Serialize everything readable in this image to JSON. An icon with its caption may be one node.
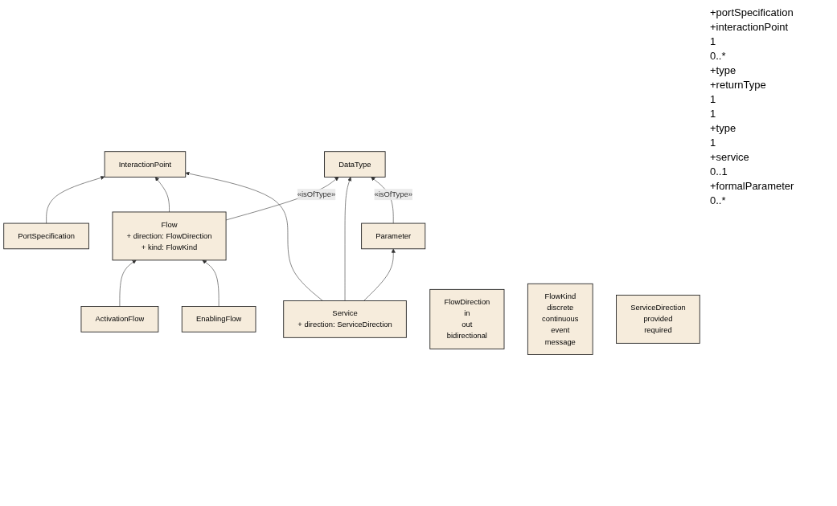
{
  "diagram": {
    "nodes": [
      {
        "text": [
          "PortSpecification"
        ]
      },
      {
        "text": [
          "InteractionPoint"
        ]
      },
      {
        "text": [
          "Flow",
          "+ direction: FlowDirection",
          "+ kind: FlowKind"
        ]
      },
      {
        "text": [
          "DataType"
        ]
      },
      {
        "text": [
          "Service",
          "+ direction: ServiceDirection"
        ]
      },
      {
        "text": [
          "ActivationFlow"
        ]
      },
      {
        "text": [
          "EnablingFlow"
        ]
      },
      {
        "text": [
          "Parameter"
        ]
      },
      {
        "text": [
          "FlowDirection",
          "in",
          "out",
          "bidirectional"
        ]
      },
      {
        "text": [
          "FlowKind",
          "discrete",
          "continuous",
          "event",
          "message"
        ]
      },
      {
        "text": [
          "ServiceDirection",
          "provided",
          "required"
        ]
      }
    ],
    "edges": [
      {
        "from": 0,
        "to": 1,
        "arrow": "to"
      },
      {
        "from": 2,
        "to": 1,
        "arrow": "to"
      },
      {
        "from": 4,
        "to": 1,
        "arrow": "to"
      },
      {
        "from": 2,
        "to": 3,
        "arrow": "to",
        "label": "«isOfType»"
      },
      {
        "from": 4,
        "to": 3,
        "arrow": "to"
      },
      {
        "from": 5,
        "to": 2,
        "arrow": "to"
      },
      {
        "from": 6,
        "to": 2,
        "arrow": "to"
      },
      {
        "from": 4,
        "to": 7,
        "arrow": "to"
      },
      {
        "from": 7,
        "to": 3,
        "arrow": "to",
        "label": "«isOfType»"
      }
    ],
    "labels": [
      "+portSpecification",
      "+interactionPoint",
      "1",
      "0..*",
      "+type",
      "+returnType",
      "1",
      "1",
      "+type",
      "1",
      "+service",
      "0..1",
      "+formalParameter",
      "0..*"
    ]
  }
}
